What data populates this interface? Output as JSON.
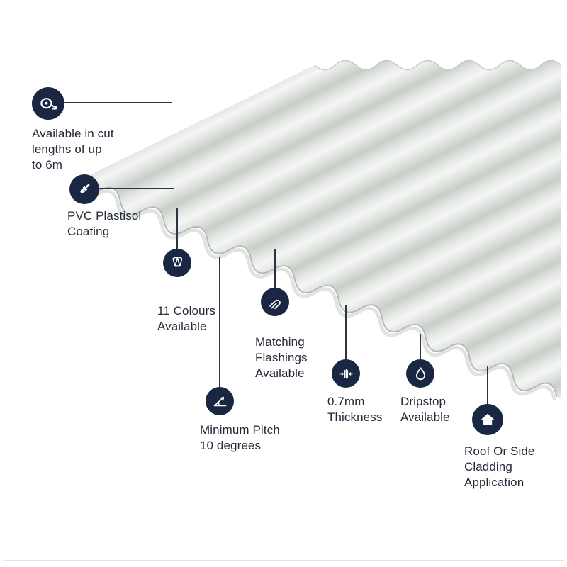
{
  "product_diagram": {
    "colors": {
      "icon_background": "#1a2742",
      "text": "#232b38",
      "connector_line": "#2b3441",
      "sheet_highlight": "#f4f6f3",
      "sheet_base": "#e2e5e1",
      "sheet_shadow": "#c9cec9"
    },
    "callouts": [
      {
        "id": "cut-lengths",
        "icon": "tape-measure-icon",
        "lines": [
          "Available in cut",
          "lengths of up",
          "to 6m"
        ]
      },
      {
        "id": "pvc-coating",
        "icon": "paint-brush-icon",
        "lines": [
          "PVC Plastisol",
          "Coating"
        ]
      },
      {
        "id": "colours",
        "icon": "colour-swatches-icon",
        "lines": [
          "11 Colours",
          "Available"
        ]
      },
      {
        "id": "flashings",
        "icon": "flashing-icon",
        "lines": [
          "Matching",
          "Flashings",
          "Available"
        ]
      },
      {
        "id": "pitch",
        "icon": "pitch-angle-icon",
        "lines": [
          "Minimum Pitch",
          "10 degrees"
        ]
      },
      {
        "id": "thickness",
        "icon": "thickness-icon",
        "lines": [
          "0.7mm",
          "Thickness"
        ]
      },
      {
        "id": "dripstop",
        "icon": "water-drop-icon",
        "lines": [
          "Dripstop",
          "Available"
        ]
      },
      {
        "id": "cladding",
        "icon": "house-icon",
        "lines": [
          "Roof Or Side",
          "Cladding",
          "Application"
        ]
      }
    ]
  }
}
